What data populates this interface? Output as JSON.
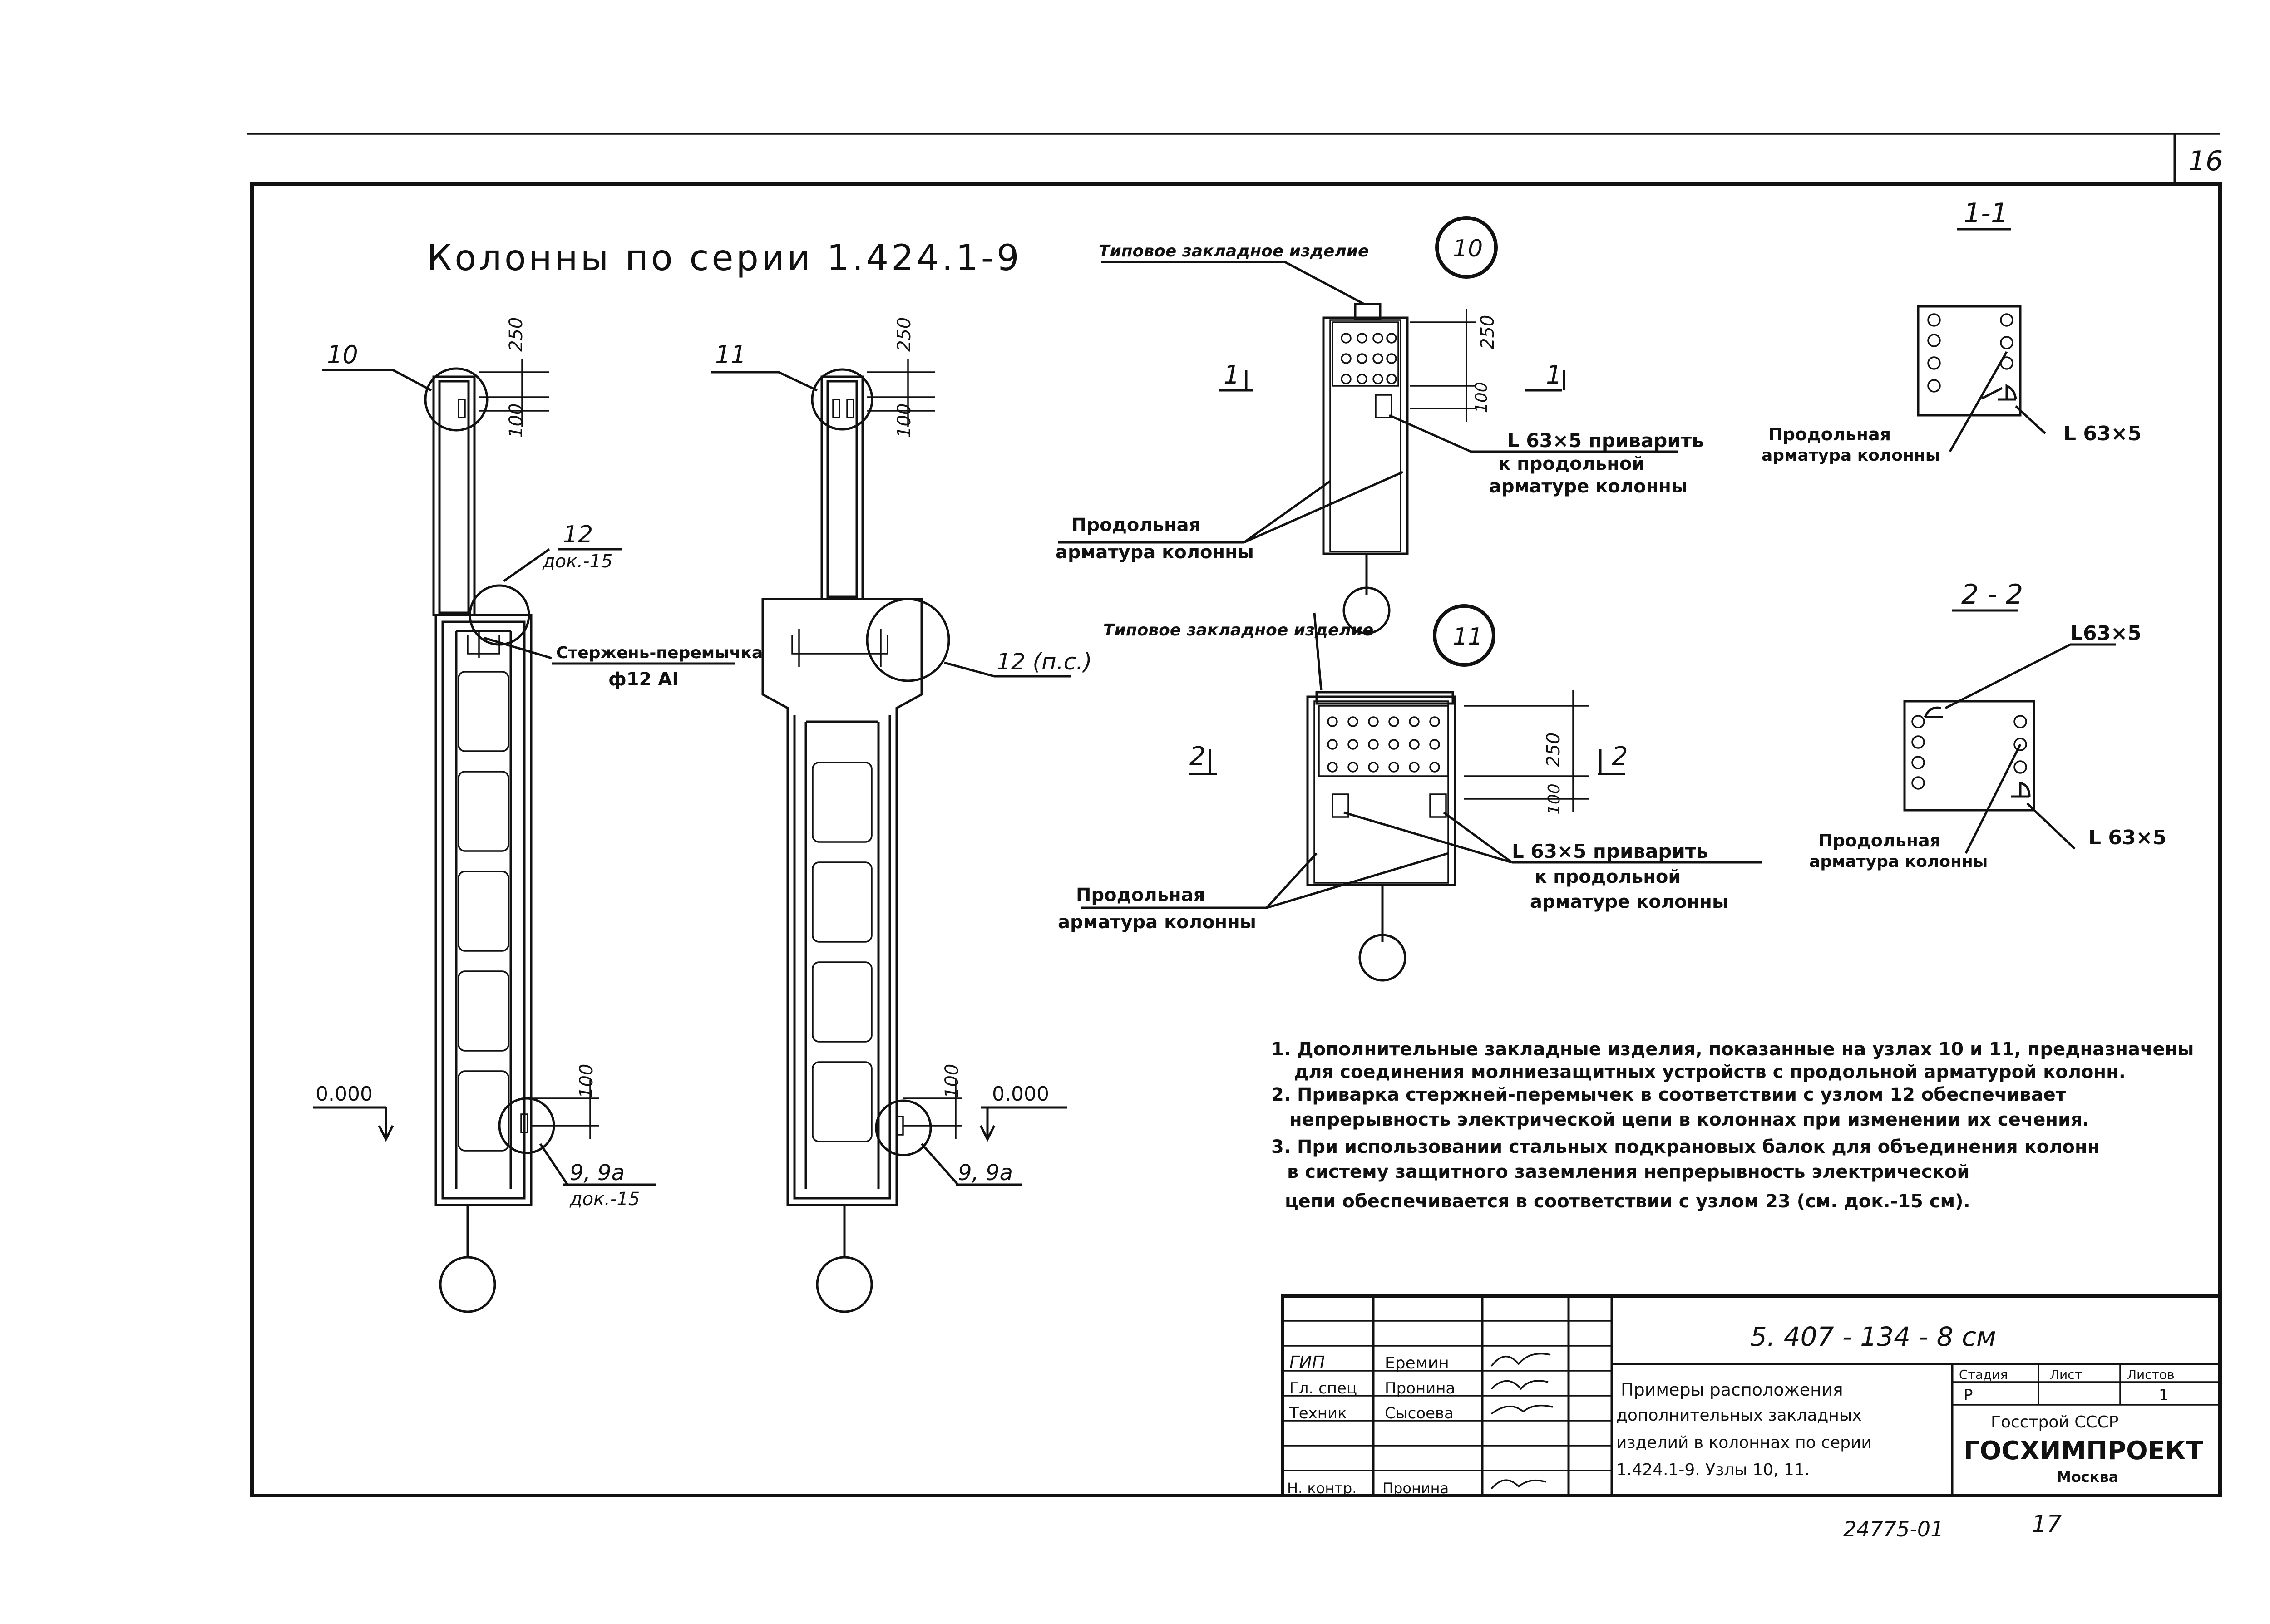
{
  "page_number": "16",
  "title": "Колонны по серии 1.424.1-9",
  "left_columns": {
    "col_a": {
      "node": "10",
      "dim_top": "250",
      "dim_second": "100",
      "callout_12": "12",
      "callout_12_doc": "док.-15",
      "bar_label": "Стержень-перемычка",
      "bar_size": "ф12 АI",
      "level": "0.000",
      "dim_bottom": "100",
      "callout_bottom": "9, 9а",
      "callout_bottom_doc": "док.-15"
    },
    "col_b": {
      "node": "11",
      "dim_top": "250",
      "dim_second": "100",
      "callout_12": "12 (п.с.)",
      "level": "0.000",
      "dim_bottom": "100",
      "callout_bottom": "9, 9а"
    }
  },
  "node10": {
    "number": "10",
    "typical_part": "Типовое закладное изделие",
    "dim1": "250",
    "dim2": "100",
    "section_left": "1",
    "section_right": "1",
    "weld_note_1": "L 63×5 приварить",
    "weld_note_2": "к продольной",
    "weld_note_3": "арматуре колонны",
    "rebar_label_1": "Продольная",
    "rebar_label_2": "арматура колонны"
  },
  "node11": {
    "number": "11",
    "typical_part": "Типовое закладное изделие",
    "dim1": "250",
    "dim2": "100",
    "section_left": "2",
    "section_right": "2",
    "weld_note_1": "L 63×5 приварить",
    "weld_note_2": "к продольной",
    "weld_note_3": "арматуре колонны",
    "rebar_label_1": "Продольная",
    "rebar_label_2": "арматура колонны"
  },
  "section_1": {
    "title": "1-1",
    "rebar_label_1": "Продольная",
    "rebar_label_2": "арматура колонны",
    "angle": "L 63×5"
  },
  "section_2": {
    "title": "2 - 2",
    "angle_top": "L63×5",
    "angle_bottom": "L 63×5",
    "rebar_label_1": "Продольная",
    "rebar_label_2": "арматура колонны"
  },
  "notes": [
    "1. Дополнительные закладные изделия, показанные на узлах 10 и 11, предназначены",
    "для соединения молниезащитных устройств с продольной арматурой колонн.",
    "2. Приварка стержней-перемычек в соответствии с узлом 12 обеспечивает",
    "непрерывность электрической цепи в колоннах при изменении их сечения.",
    "3. При использовании стальных подкрановых балок для объединения колонн",
    "в систему защитного заземления непрерывность электрической",
    "цепи обеспечивается в соответствии с узлом 23 (см. док.-15 см)."
  ],
  "title_block": {
    "code": "5. 407 - 134 - 8 см",
    "rows": [
      {
        "role": "ГИП",
        "name": "Еремин"
      },
      {
        "role": "Гл. спец",
        "name": "Пронина"
      },
      {
        "role": "Техник",
        "name": "Сысоева"
      },
      {
        "role": "Н. контр.",
        "name": "Пронина"
      }
    ],
    "description": [
      "Примеры расположения",
      "дополнительных закладных",
      "изделий в колоннах по серии",
      "1.424.1-9. Узлы 10, 11."
    ],
    "stage_hdr": "Стадия",
    "sheet_hdr": "Лист",
    "sheets_hdr": "Листов",
    "stage": "Р",
    "sheet": "",
    "sheets": "1",
    "org1": "Госстрой СССР",
    "org2": "ГОСХИМПРОЕКТ",
    "org3": "Москва"
  },
  "footer": {
    "inventory": "24775-01",
    "sheet_num": "17"
  }
}
